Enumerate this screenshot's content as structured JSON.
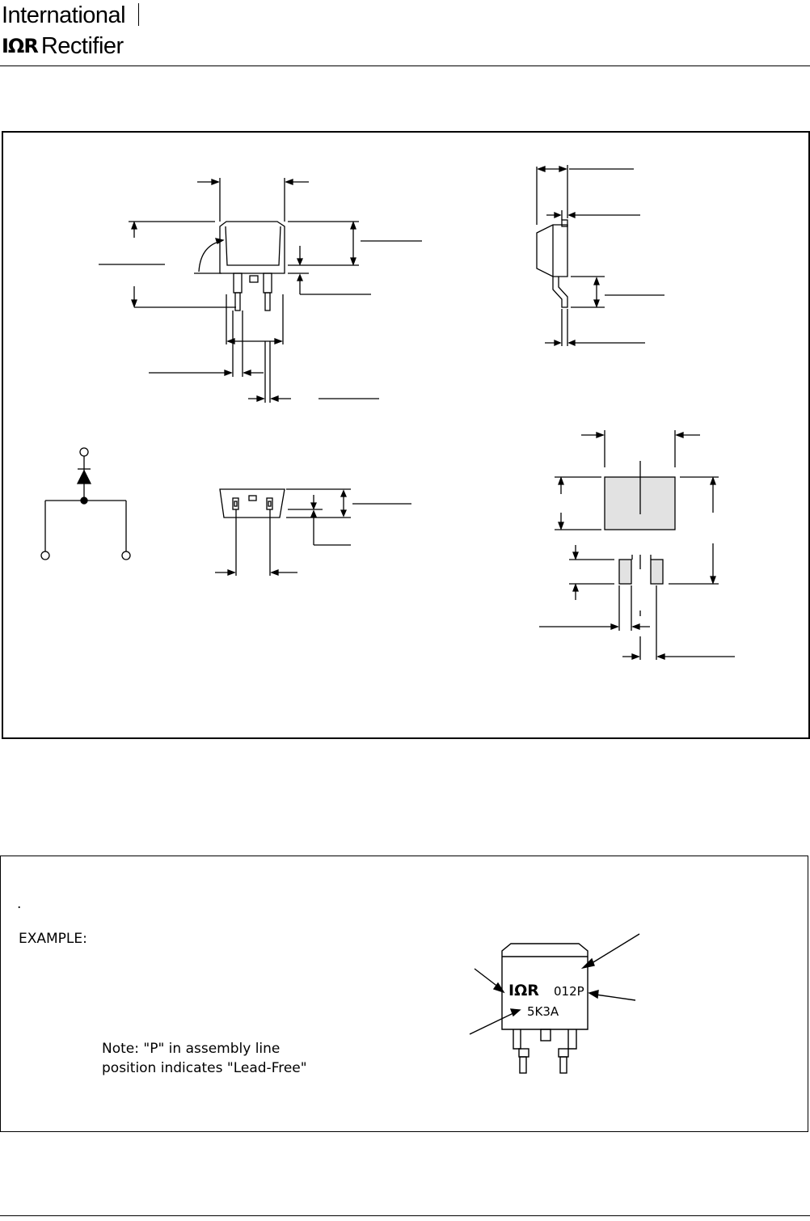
{
  "header": {
    "brand_line1": "International",
    "brand_logo": "IΩR",
    "brand_word": "Rectifier"
  },
  "marking": {
    "dot": ".",
    "example_label": "EXAMPLE:",
    "note_line1": "Note:  \"P\"  in  assembly  line",
    "note_line2": "position  indicates  \"Lead-Free\"",
    "package_logo": "IΩR",
    "package_code1": "012P",
    "package_code2": "5K3A"
  }
}
